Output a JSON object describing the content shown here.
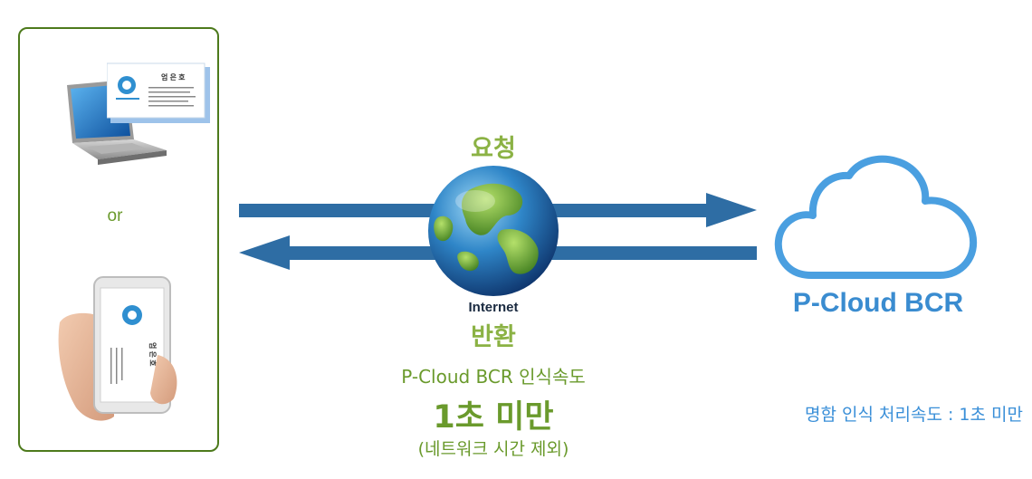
{
  "devices": {
    "separator": "or",
    "card_name": "엄 은 호",
    "card_name_phone": "엄 은 호"
  },
  "network": {
    "request_label": "요청",
    "return_label": "반환",
    "internet_label": "Internet"
  },
  "speed": {
    "caption": "P-Cloud BCR 인식속도",
    "value": "1초 미만",
    "note": "(네트워크 시간 제외)"
  },
  "cloud": {
    "title": "P-Cloud BCR",
    "side_note": "명함 인식 처리속도 : 1초 미만"
  },
  "colors": {
    "green_border": "#4d7a1c",
    "green_text": "#6a9a2c",
    "green_bold": "#8bb244",
    "arrow_blue": "#2e6da4",
    "cloud_blue": "#4a9fe0",
    "cloud_title": "#3a8cd0"
  },
  "icons": [
    "laptop-icon",
    "business-card-icon",
    "smartphone-icon",
    "globe-icon",
    "cloud-icon",
    "arrow-right-icon",
    "arrow-left-icon"
  ]
}
